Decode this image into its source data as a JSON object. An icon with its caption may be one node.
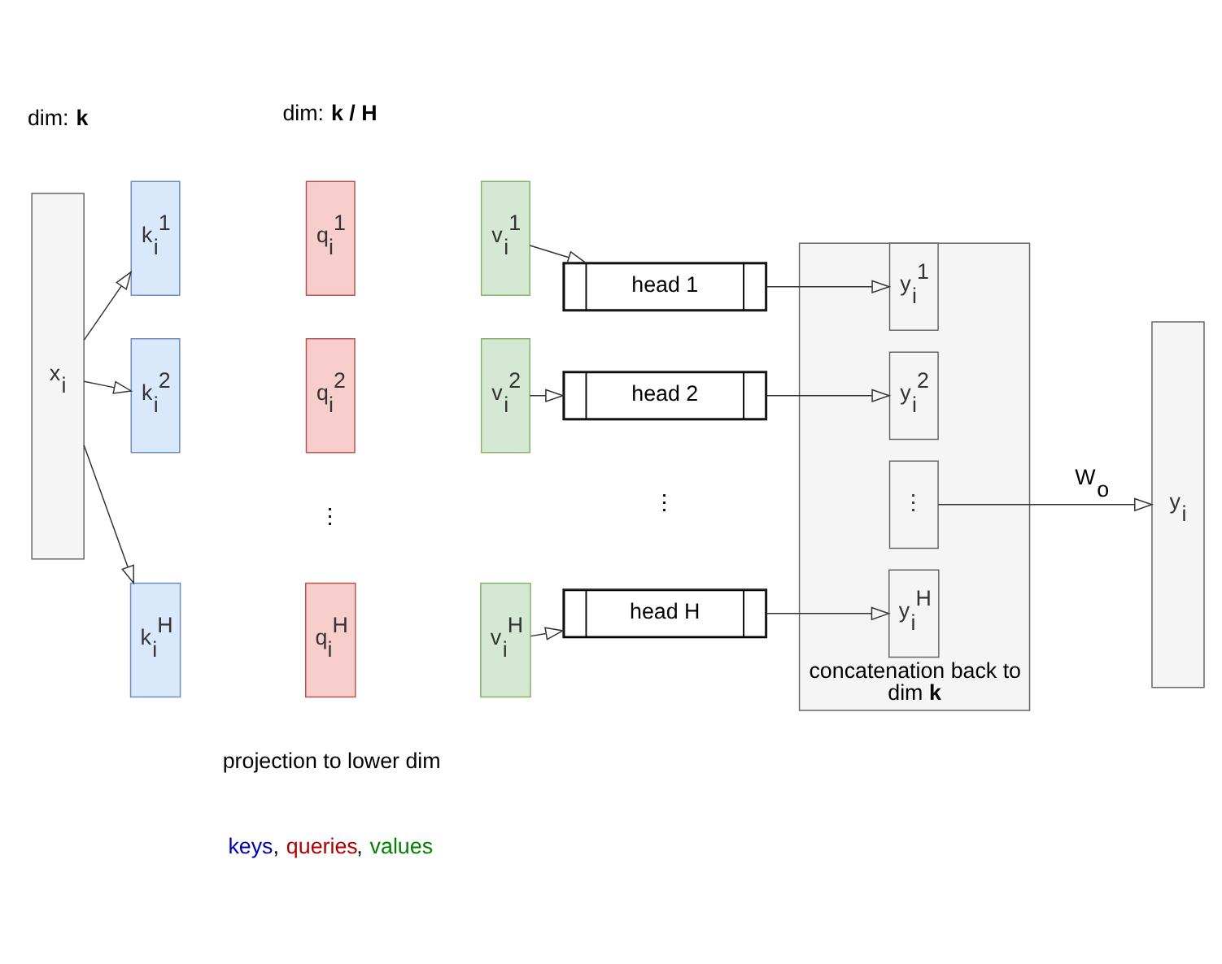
{
  "diagram": {
    "nodes": [
      {
        "text": [
          "x$_{i}$"
        ]
      },
      {
        "text": [
          "k$_{i}$$^{1}$"
        ]
      },
      {
        "text": [
          "q$_{i}$$^{1}$"
        ]
      },
      {
        "text": [
          "v$_{i}$$^{1}$"
        ]
      },
      {
        "text": [
          "head 1"
        ]
      },
      {
        "text": [
          "k$_{i}$$^{2}$"
        ]
      },
      {
        "text": [
          "q$_{i}$$^{2}$"
        ]
      },
      {
        "text": [
          "v$_{i}$$^{2}$"
        ]
      },
      {
        "text": [
          "head 2"
        ]
      },
      {
        "text": [
          "k$_{i}$$^{H}$"
        ]
      },
      {
        "text": [
          "q$_{i}$$^{H}$"
        ]
      },
      {
        "text": [
          "v$_{i}$$^{H}$"
        ]
      },
      {
        "text": [
          "head H"
        ]
      },
      {
        "text": [],
        "shape": "box",
        "beside": [
          "concatenation back to dim **k**"
        ]
      },
      {
        "text": [
          "y$_{i}$$^{1}$"
        ],
        "in": 13
      },
      {
        "text": [
          "y$_{i}$$^{2}$"
        ],
        "in": 13
      },
      {
        "text": [
          "⋮"
        ],
        "in": 13
      },
      {
        "text": [
          "y$_{i}$$^{H}$"
        ],
        "in": 13
      },
      {
        "text": [
          "y$_{i}$"
        ]
      }
    ],
    "edges": [
      {
        "from": 0,
        "to": 1,
        "arrow": "to"
      },
      {
        "from": 0,
        "to": 5,
        "arrow": "to"
      },
      {
        "from": 0,
        "to": 9,
        "arrow": "to"
      },
      {
        "from": 3,
        "to": 4,
        "arrow": "to"
      },
      {
        "from": 7,
        "to": 8,
        "arrow": "to"
      },
      {
        "from": 11,
        "to": 12,
        "arrow": "to"
      },
      {
        "from": 4,
        "to": 14,
        "arrow": "to"
      },
      {
        "from": 8,
        "to": 15,
        "arrow": "to"
      },
      {
        "from": 12,
        "to": 17,
        "arrow": "to"
      },
      {
        "from": 13,
        "to": 18,
        "arrow": "to",
        "label": "W$_{o}$"
      }
    ],
    "labels": [
      "dim: **k / H**",
      "dim: **k**",
      "⋮",
      "⋮",
      "projection to lower dim",
      "keys, queries, values"
    ]
  }
}
